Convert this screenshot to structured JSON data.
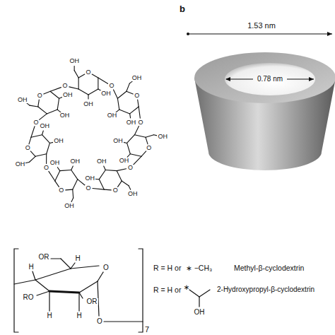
{
  "diagram": {
    "labels": [
      "b",
      "1.53 nm",
      "0.78 nm",
      "O",
      "O",
      "OH",
      "OH",
      "OH",
      "O",
      "O",
      "OH",
      "OH",
      "OH",
      "O",
      "O",
      "OH",
      "OH",
      "OH",
      "O",
      "O",
      "OH",
      "OH",
      "OH",
      "O",
      "O",
      "OH",
      "OH",
      "OH",
      "O",
      "O",
      "OH",
      "OH",
      "OH",
      "O",
      "O",
      "OH",
      "OH",
      "OH",
      "OR",
      "H",
      "H",
      "RO",
      "H",
      "H",
      "OR",
      "O",
      "O",
      "7",
      "R = H or",
      "∗ −CH₃",
      "Methyl-β-cyclodextrin",
      "R = H or",
      "∗",
      "OH",
      "2-Hydroxypropyl-β-cyclodextrin"
    ]
  }
}
